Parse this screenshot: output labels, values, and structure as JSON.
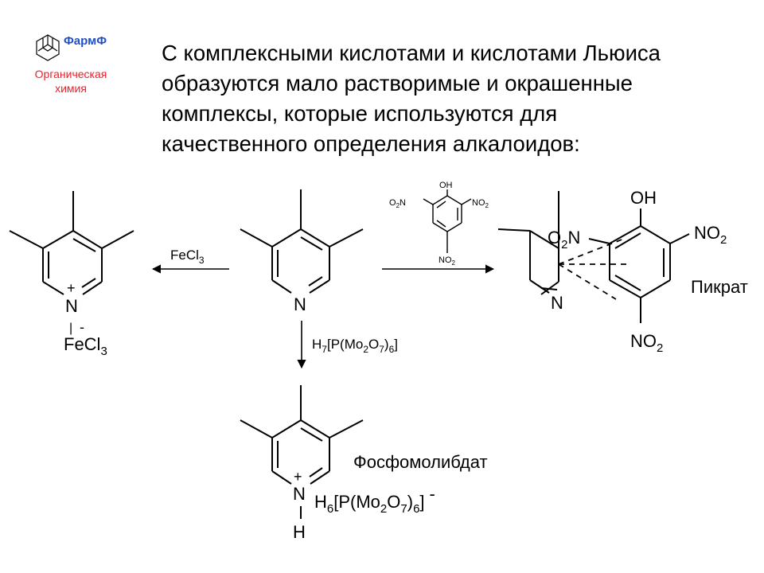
{
  "logo": {
    "title": "ФармФ",
    "subtitle_line1": "Органическая",
    "subtitle_line2": "химия",
    "title_color": "#1f4fc8",
    "subtitle_color": "#e8202a",
    "icon": "adamantane-icon"
  },
  "headline": {
    "line1": "С комплексными кислотами и кислотами Льюиса",
    "line2": "образуются мало растворимые и окрашенные",
    "line3": "комплексы, которые используются для",
    "line4": "качественного определения алкалоидов:"
  },
  "reagents": {
    "fecl3": {
      "base": "FeCl",
      "sub": "3"
    },
    "phosphomolybdic": {
      "h": "H",
      "h_sub": "7",
      "p_open": "[P(Mo",
      "mo_sub": "2",
      "o": "O",
      "o_sub": "7",
      "close": ")",
      "close_sub": "6",
      "bracket": "]"
    },
    "picric": {
      "oh": "OH",
      "no2_left_o": "O",
      "no2_left_sub": "2",
      "no2_left_n": "N",
      "no2": "NO",
      "no2_sub": "2"
    }
  },
  "start": {
    "n": "N"
  },
  "fecl3_complex": {
    "n": "N",
    "plus": "+",
    "minus": "-",
    "bond": "|",
    "fecl": "FeCl",
    "fecl_sub": "3"
  },
  "picrate": {
    "n": "N",
    "oh": "OH",
    "o": "O",
    "o_sub": "2",
    "no2": "NO",
    "no2_sub": "2",
    "label": "Пикрат"
  },
  "phosphomolybdate": {
    "label": "Фосфомолибдат",
    "n": "N",
    "plus": "+",
    "h": "H",
    "anion": {
      "h": "H",
      "h_sub": "6",
      "p_open": "[P(Mo",
      "mo_sub": "2",
      "o": "O",
      "o_sub": "7",
      "close": ")",
      "close_sub": "6",
      "bracket": "]",
      "minus": "-"
    }
  }
}
